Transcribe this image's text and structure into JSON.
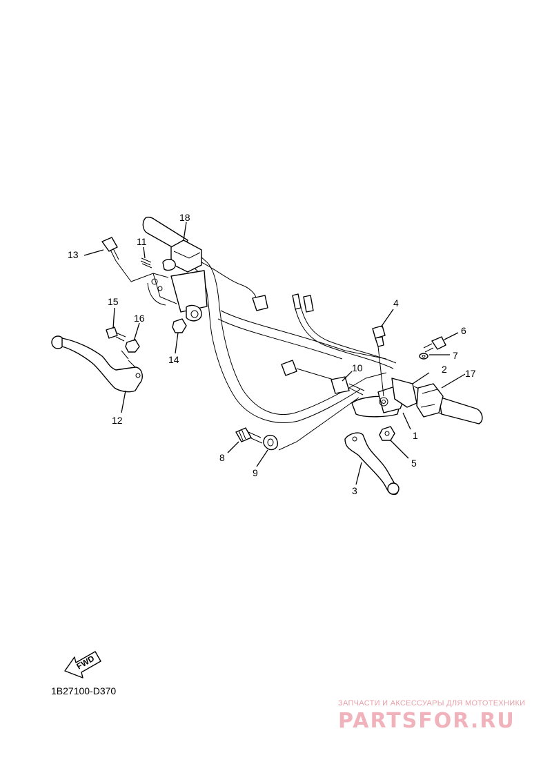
{
  "callouts": [
    {
      "id": "1",
      "text": "1"
    },
    {
      "id": "2",
      "text": "2"
    },
    {
      "id": "3",
      "text": "3"
    },
    {
      "id": "4",
      "text": "4"
    },
    {
      "id": "5",
      "text": "5"
    },
    {
      "id": "6",
      "text": "6"
    },
    {
      "id": "7",
      "text": "7"
    },
    {
      "id": "8",
      "text": "8"
    },
    {
      "id": "9",
      "text": "9"
    },
    {
      "id": "10",
      "text": "10"
    },
    {
      "id": "11",
      "text": "11"
    },
    {
      "id": "12",
      "text": "12"
    },
    {
      "id": "13",
      "text": "13"
    },
    {
      "id": "14",
      "text": "14"
    },
    {
      "id": "15",
      "text": "15"
    },
    {
      "id": "16",
      "text": "16"
    },
    {
      "id": "17",
      "text": "17"
    },
    {
      "id": "18",
      "text": "18"
    }
  ],
  "fwd_label": "FWD",
  "diagram_code": "1B27100-D370",
  "watermark": {
    "tagline": "ЗАПЧАСТИ И АКСЕССУАРЫ ДЛЯ МОТОТЕХНИКИ",
    "brand": "PARTSFOR.RU"
  }
}
